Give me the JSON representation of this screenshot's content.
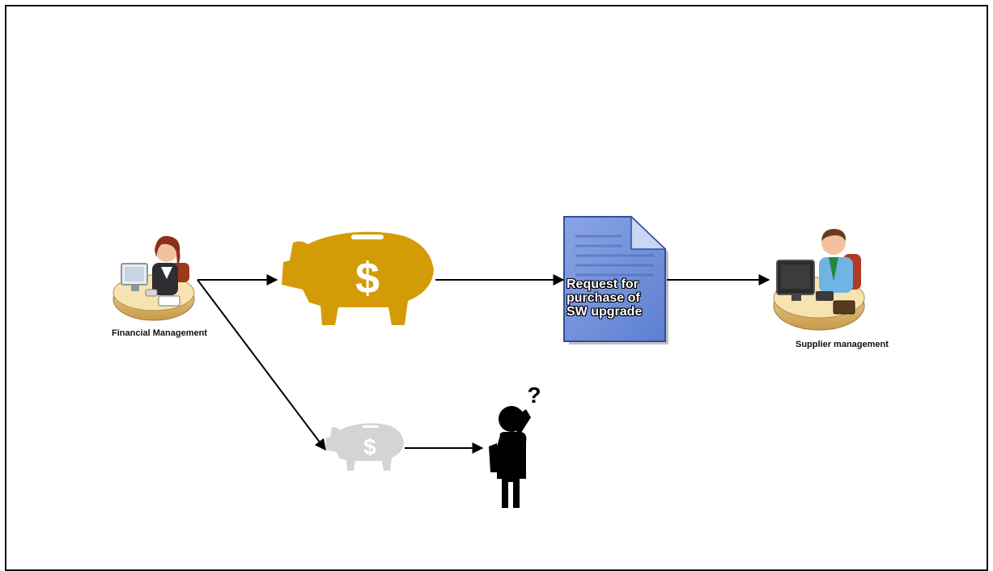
{
  "nodes": {
    "financial_management": {
      "label": "Financial Management"
    },
    "supplier_management": {
      "label": "Supplier management"
    },
    "document": {
      "lines": [
        "Request for",
        "purchase of",
        "SW upgrade"
      ]
    },
    "piggy_bank_large": {
      "symbol": "$",
      "color": "#d39c07"
    },
    "piggy_bank_small": {
      "symbol": "$",
      "color": "#d4d4d4"
    },
    "confused_person": {
      "symbol": "?"
    }
  },
  "icons": [
    "woman-at-desk-icon",
    "man-at-desk-icon",
    "piggy-bank-icon",
    "document-icon",
    "confused-person-icon"
  ],
  "colors": {
    "arrow": "#000000",
    "document_fill": "#6f8fd8",
    "document_border": "#2f4f9f"
  }
}
